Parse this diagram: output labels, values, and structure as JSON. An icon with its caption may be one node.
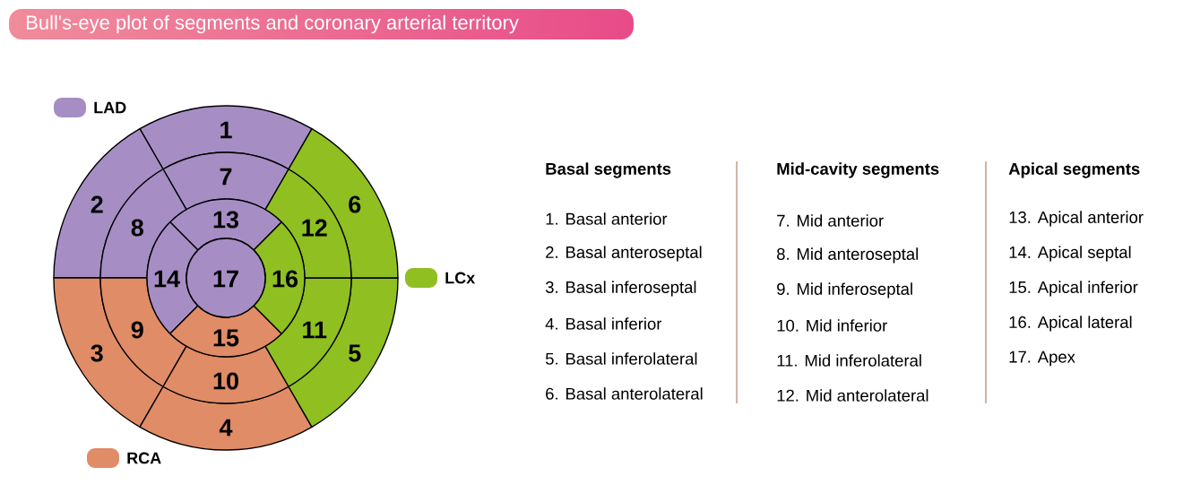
{
  "diagram": {
    "title": "Bull's-eye plot of segments and coronary arterial territory",
    "nodes": [
      {
        "text": [
          "1"
        ]
      },
      {
        "text": [
          "2"
        ]
      },
      {
        "text": [
          "3"
        ]
      },
      {
        "text": [
          "4"
        ]
      },
      {
        "text": [
          "5"
        ]
      },
      {
        "text": [
          "6"
        ]
      },
      {
        "text": [
          "7"
        ]
      },
      {
        "text": [
          "8"
        ]
      },
      {
        "text": [
          "9"
        ]
      },
      {
        "text": [
          "10"
        ]
      },
      {
        "text": [
          "11"
        ]
      },
      {
        "text": [
          "12"
        ]
      },
      {
        "text": [
          "13"
        ]
      },
      {
        "text": [
          "14"
        ]
      },
      {
        "text": [
          "15"
        ]
      },
      {
        "text": [
          "16"
        ]
      },
      {
        "text": [
          "17"
        ]
      }
    ],
    "labels": [
      "Basal segments",
      "1. Basal anterior",
      "2. Basal anteroseptal",
      "3. Basal inferoseptal",
      "4. Basal inferior",
      "5. Basal inferolateral",
      "6. Basal anterolateral",
      "Mid-cavity segments",
      "7. Mid anterior",
      "8. Mid anteroseptal",
      "9. Mid inferoseptal",
      "10. Mid inferior",
      "11. Mid inferolateral",
      "12. Mid anterolateral",
      "Apical segments",
      "13. Apical anterior",
      "14. Apical septal",
      "15. Apical inferior",
      "16. Apical lateral",
      "17. Apex"
    ],
    "legend": [
      {
        "text": "LAD",
        "color": "#a68ec5"
      },
      {
        "text": "LCx",
        "color": "#8fbf21"
      },
      {
        "text": "RCA",
        "color": "#e08c66"
      }
    ]
  }
}
